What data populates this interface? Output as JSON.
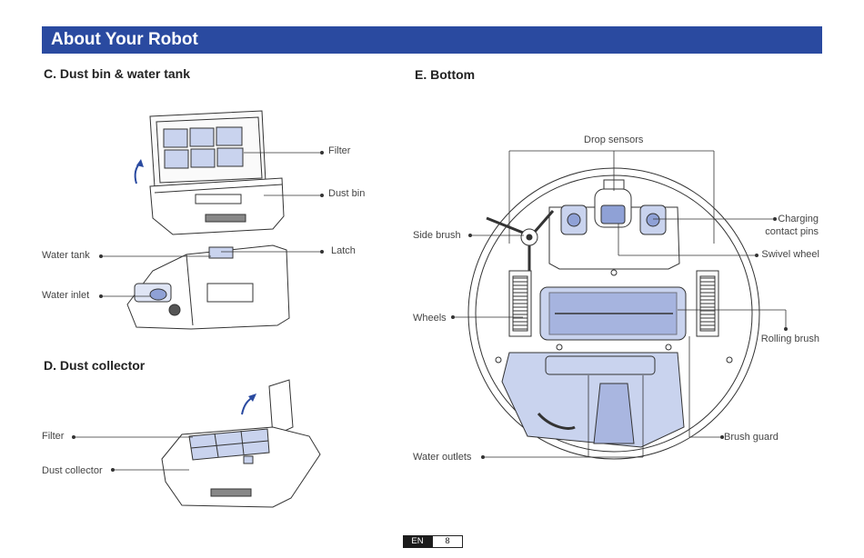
{
  "header": {
    "title": "About Your Robot"
  },
  "sections": {
    "c_title": "C. Dust  bin & water tank",
    "d_title": "D. Dust collector",
    "e_title": "E. Bottom"
  },
  "labels_c": {
    "filter": "Filter",
    "dust_bin": "Dust bin",
    "latch": "Latch",
    "water_tank": "Water tank",
    "water_inlet": "Water inlet"
  },
  "labels_d": {
    "filter": "Filter",
    "dust_collector": "Dust collector"
  },
  "labels_e": {
    "drop_sensors": "Drop sensors",
    "side_brush": "Side brush",
    "charging_line1": "Charging",
    "charging_line2": "contact pins",
    "swivel_wheel": "Swivel wheel",
    "wheels": "Wheels",
    "rolling_brush": "Rolling brush",
    "brush_guard": "Brush guard",
    "water_outlets": "Water outlets"
  },
  "footer": {
    "lang": "EN",
    "page": "8"
  },
  "colors": {
    "banner": "#2a4aa0",
    "accent_fill": "#c9d3ee",
    "arrow": "#2a4aa0"
  }
}
